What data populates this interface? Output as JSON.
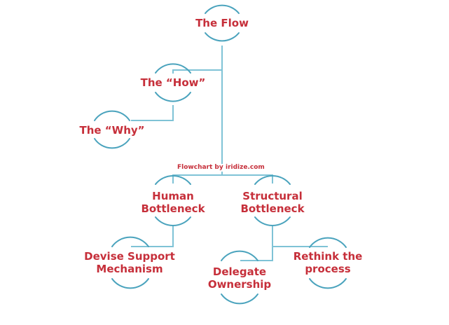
{
  "colors": {
    "connector": "#7fc3d6",
    "arc": "#4aa3bd",
    "label": "#c62f3a",
    "credit_text": "#c62f3a",
    "credit_background": "#ffffff"
  },
  "nodes": {
    "the_flow": "The Flow",
    "the_how": "The “How”",
    "the_why": "The “Why”",
    "human_bottleneck": "Human\nBottleneck",
    "structural_bottleneck": "Structural\nBottleneck",
    "devise_support": "Devise Support\nMechanism",
    "delegate_ownership": "Delegate\nOwnership",
    "rethink_process": "Rethink the\nprocess"
  },
  "credit": {
    "left": "Flowchart by",
    "right": "iridize.com"
  },
  "edges": [
    [
      "the_flow",
      "the_how"
    ],
    [
      "the_how",
      "the_why"
    ],
    [
      "the_flow",
      "human_bottleneck"
    ],
    [
      "the_flow",
      "structural_bottleneck"
    ],
    [
      "human_bottleneck",
      "devise_support"
    ],
    [
      "structural_bottleneck",
      "delegate_ownership"
    ],
    [
      "structural_bottleneck",
      "rethink_process"
    ]
  ]
}
